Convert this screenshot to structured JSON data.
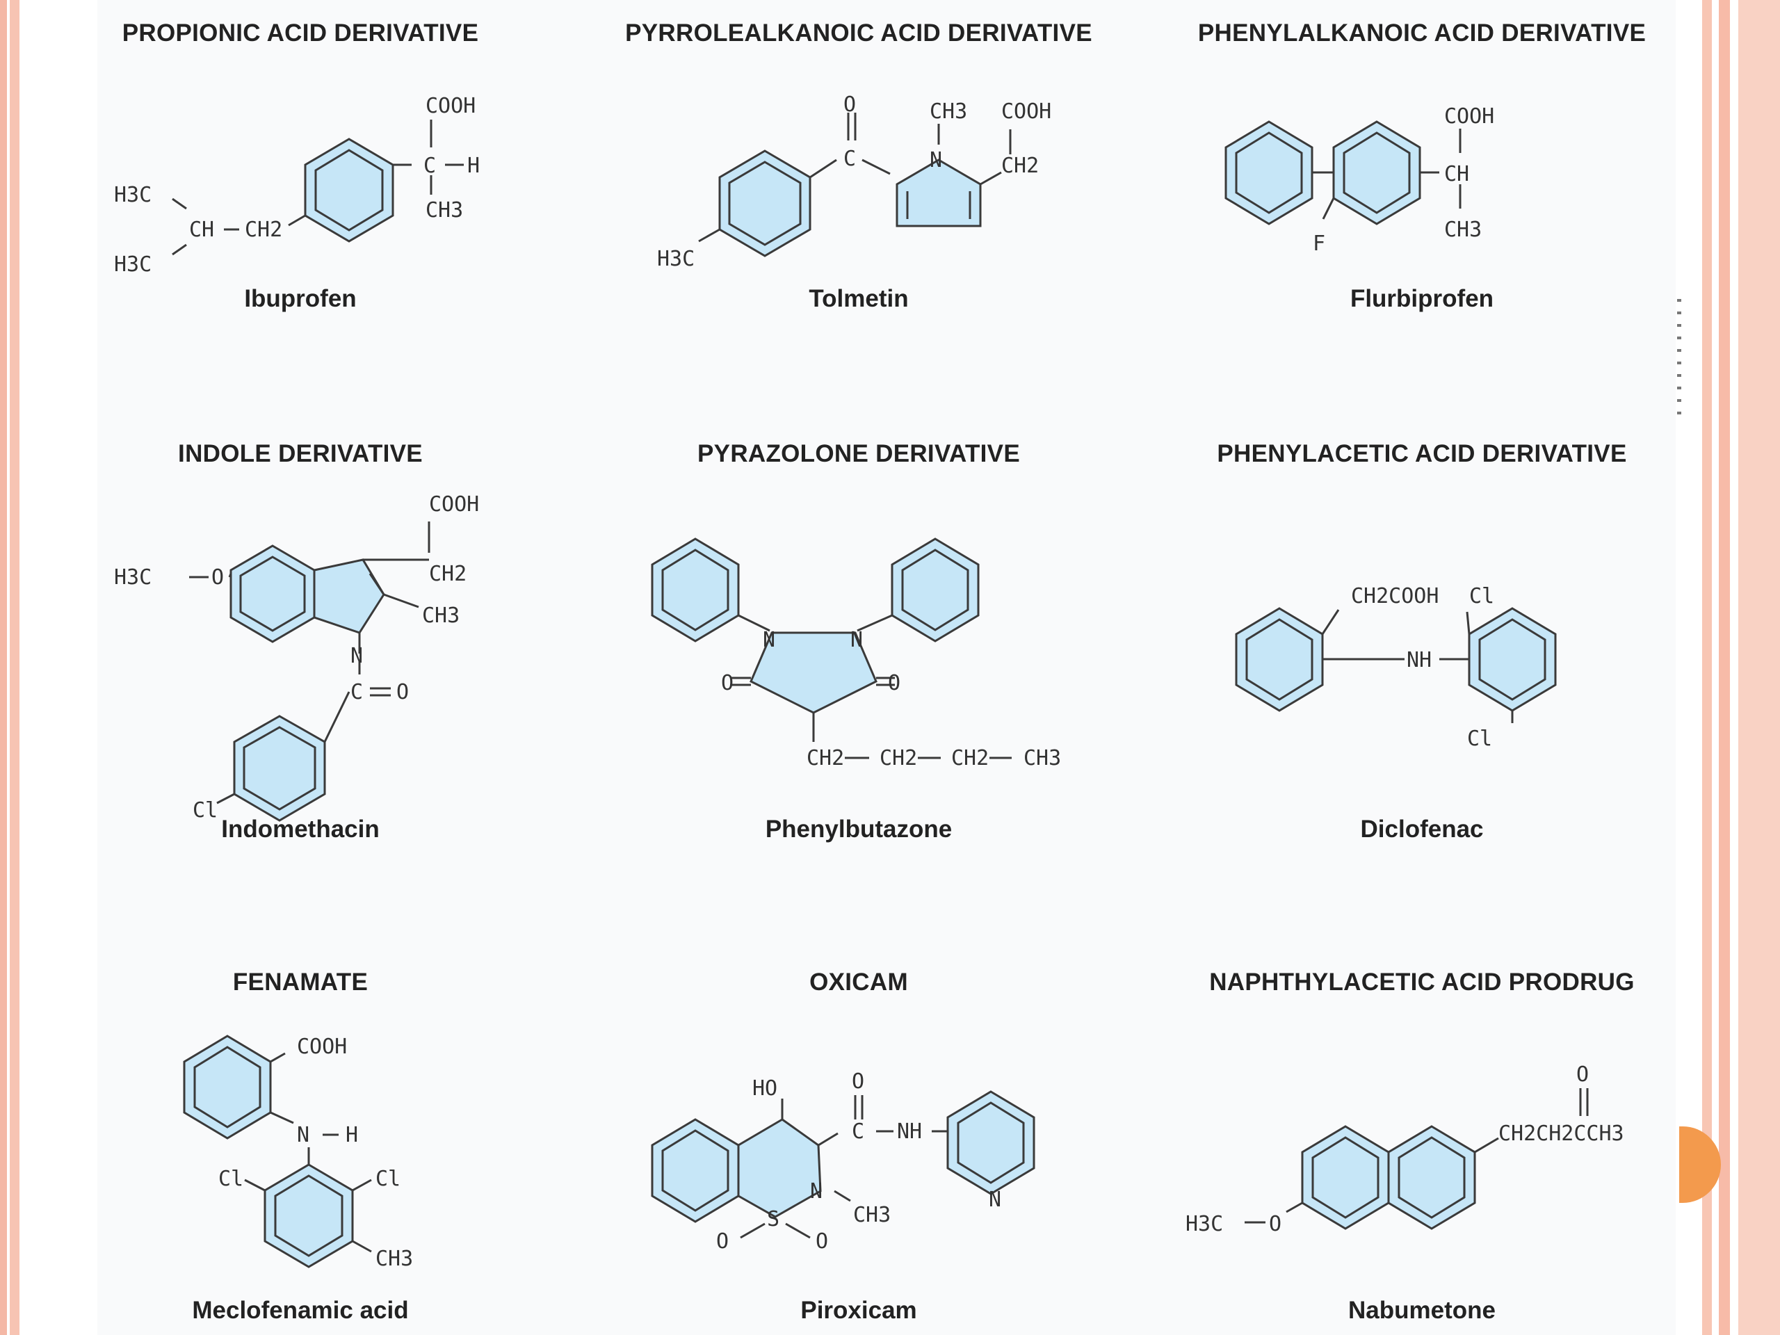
{
  "colors": {
    "ring_fill": "#c6e6f7",
    "left_stripe": "#f4b8a6",
    "right_stripe": "#f8c6b4",
    "accent": "#f39a4d"
  },
  "cells": [
    {
      "category": "PROPIONIC ACID DERIVATIVE",
      "drug": "Ibuprofen",
      "groups": [
        "COOH",
        "C",
        "H",
        "CH3",
        "H3C",
        "H3C",
        "CH",
        "CH2"
      ]
    },
    {
      "category": "PYRROLEALKANOIC ACID DERIVATIVE",
      "drug": "Tolmetin",
      "groups": [
        "O",
        "C",
        "CH3",
        "COOH",
        "N",
        "CH2",
        "H3C"
      ]
    },
    {
      "category": "PHENYLALKANOIC ACID DERIVATIVE",
      "drug": "Flurbiprofen",
      "groups": [
        "COOH",
        "CH",
        "CH3",
        "F"
      ]
    },
    {
      "category": "INDOLE DERIVATIVE",
      "drug": "Indomethacin",
      "groups": [
        "COOH",
        "H3C",
        "O",
        "CH2",
        "N",
        "CH3",
        "C",
        "O",
        "Cl"
      ]
    },
    {
      "category": "PYRAZOLONE DERIVATIVE",
      "drug": "Phenylbutazone",
      "groups": [
        "N",
        "N",
        "O",
        "O",
        "CH2",
        "CH2",
        "CH2",
        "CH3"
      ]
    },
    {
      "category": "PHENYLACETIC ACID DERIVATIVE",
      "drug": "Diclofenac",
      "groups": [
        "CH2COOH",
        "Cl",
        "NH",
        "Cl"
      ]
    },
    {
      "category": "FENAMATE",
      "drug": "Meclofenamic acid",
      "groups": [
        "COOH",
        "N",
        "H",
        "Cl",
        "Cl",
        "CH3"
      ]
    },
    {
      "category": "OXICAM",
      "drug": "Piroxicam",
      "groups": [
        "HO",
        "O",
        "C",
        "NH",
        "N",
        "N",
        "CH3",
        "S",
        "O",
        "O"
      ]
    },
    {
      "category": "NAPHTHYLACETIC ACID PRODRUG",
      "drug": "Nabumetone",
      "groups": [
        "O",
        "CH2CH2CCH3",
        "H3C",
        "O"
      ]
    }
  ]
}
